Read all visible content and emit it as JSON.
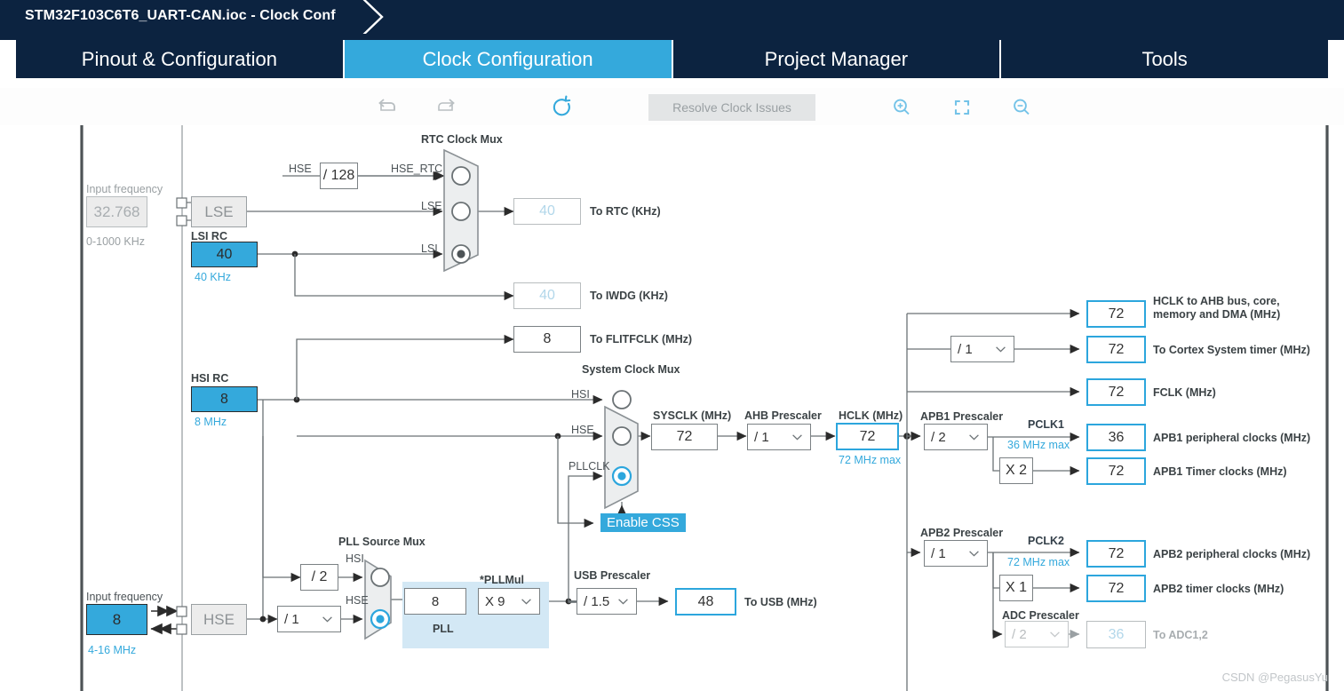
{
  "window": {
    "title": "STM32F103C6T6_UART-CAN.ioc - Clock Conf"
  },
  "tabs": [
    {
      "label": "Pinout & Configuration",
      "active": false
    },
    {
      "label": "Clock Configuration",
      "active": true
    },
    {
      "label": "Project Manager",
      "active": false
    },
    {
      "label": "Tools",
      "active": false
    }
  ],
  "toolbar": {
    "undo_icon": "undo-icon",
    "redo_icon": "redo-icon",
    "refresh_icon": "refresh-icon",
    "resolve_label": "Resolve Clock Issues",
    "zoom_in_icon": "zoom-in-icon",
    "fit_icon": "fit-to-screen-icon",
    "zoom_out_icon": "zoom-out-icon"
  },
  "lse": {
    "input_frequency_label": "Input frequency",
    "value": "32.768",
    "range": "0-1000 KHz",
    "name": "LSE"
  },
  "lsi": {
    "title": "LSI RC",
    "value": "40",
    "unit": "40 KHz"
  },
  "hse": {
    "input_frequency_label": "Input frequency",
    "value": "8",
    "range": "4-16 MHz",
    "name": "HSE"
  },
  "hsi": {
    "title": "HSI RC",
    "value": "8",
    "unit": "8 MHz"
  },
  "rtc_mux": {
    "title": "RTC Clock Mux",
    "inputs": [
      {
        "label": "HSE_RTC",
        "selected": false
      },
      {
        "label": "LSE",
        "selected": false
      },
      {
        "label": "LSI",
        "selected": true
      }
    ]
  },
  "hse_rtc_div": {
    "label": "HSE",
    "value": "/ 128",
    "out_label": "HSE_RTC"
  },
  "outputs": {
    "to_rtc": {
      "value": "40",
      "label": "To RTC (KHz)"
    },
    "to_iwdg": {
      "value": "40",
      "label": "To IWDG (KHz)"
    },
    "to_flitfclk": {
      "value": "8",
      "label": "To FLITFCLK (MHz)"
    },
    "to_usb": {
      "value": "48",
      "label": "To USB (MHz)"
    },
    "hclk_ahb": {
      "value": "72",
      "label": "HCLK to AHB bus, core,\nmemory and DMA (MHz)",
      "line1": "HCLK to AHB bus, core,",
      "line2": "memory and DMA (MHz)"
    },
    "cortex_timer": {
      "value": "72",
      "label": "To Cortex System timer (MHz)"
    },
    "fclk": {
      "value": "72",
      "label": "FCLK (MHz)"
    },
    "apb1_periph": {
      "value": "36",
      "label": "APB1 peripheral clocks (MHz)"
    },
    "apb1_timer": {
      "value": "72",
      "label": "APB1 Timer clocks (MHz)"
    },
    "apb2_periph": {
      "value": "72",
      "label": "APB2 peripheral clocks (MHz)"
    },
    "apb2_timer": {
      "value": "72",
      "label": "APB2 timer clocks (MHz)"
    },
    "to_adc": {
      "value": "36",
      "label": "To ADC1,2"
    }
  },
  "sys_mux": {
    "title": "System Clock Mux",
    "inputs": [
      {
        "label": "HSI",
        "selected": false
      },
      {
        "label": "HSE",
        "selected": false
      },
      {
        "label": "PLLCLK",
        "selected": true
      }
    ],
    "enable_css": "Enable CSS"
  },
  "pll_mux": {
    "title": "PLL Source Mux",
    "inputs": [
      {
        "label": "HSI",
        "selected": false
      },
      {
        "label": "HSE",
        "selected": true
      }
    ],
    "hsi_div": "/ 2",
    "hse_div": "/ 1"
  },
  "pll": {
    "panel_label": "PLL",
    "input_value": "8",
    "mul_label": "*PLLMul",
    "mul_value": "X 9"
  },
  "sysclk": {
    "label": "SYSCLK (MHz)",
    "value": "72"
  },
  "ahb_prescaler": {
    "label": "AHB Prescaler",
    "value": "/ 1"
  },
  "hclk": {
    "label": "HCLK (MHz)",
    "value": "72",
    "max": "72 MHz max"
  },
  "cortex_prescaler": {
    "value": "/ 1"
  },
  "apb1": {
    "label": "APB1 Prescaler",
    "value": "/ 2",
    "pclk_label": "PCLK1",
    "max": "36 MHz max",
    "timer_mul": "X 2"
  },
  "apb2": {
    "label": "APB2 Prescaler",
    "value": "/ 1",
    "pclk_label": "PCLK2",
    "max": "72 MHz max",
    "timer_mul": "X 1"
  },
  "adc": {
    "label": "ADC Prescaler",
    "value": "/ 2"
  },
  "usb": {
    "label": "USB Prescaler",
    "value": "/ 1.5"
  },
  "watermark": "CSDN @PegasusYu",
  "colors": {
    "navy": "#0c2340",
    "accent_blue": "#34a9dc",
    "disabled_grey": "#a8adb0"
  }
}
